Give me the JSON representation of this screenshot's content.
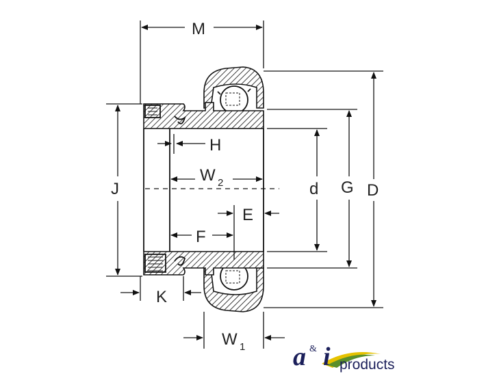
{
  "labels": {
    "M": "M",
    "H": "H",
    "W2_main": "W",
    "W2_sub": "2",
    "J": "J",
    "d": "d",
    "G": "G",
    "D": "D",
    "E": "E",
    "F": "F",
    "K": "K",
    "W1_main": "W",
    "W1_sub": "1"
  },
  "logo": {
    "brand_a": "a",
    "brand_amp": "&",
    "brand_i": "i",
    "products": "products"
  },
  "colors": {
    "line": "#111111",
    "logo_blue": "#1b1f5a",
    "logo_green": "#5a8f2a",
    "logo_yellow": "#e6c200"
  }
}
